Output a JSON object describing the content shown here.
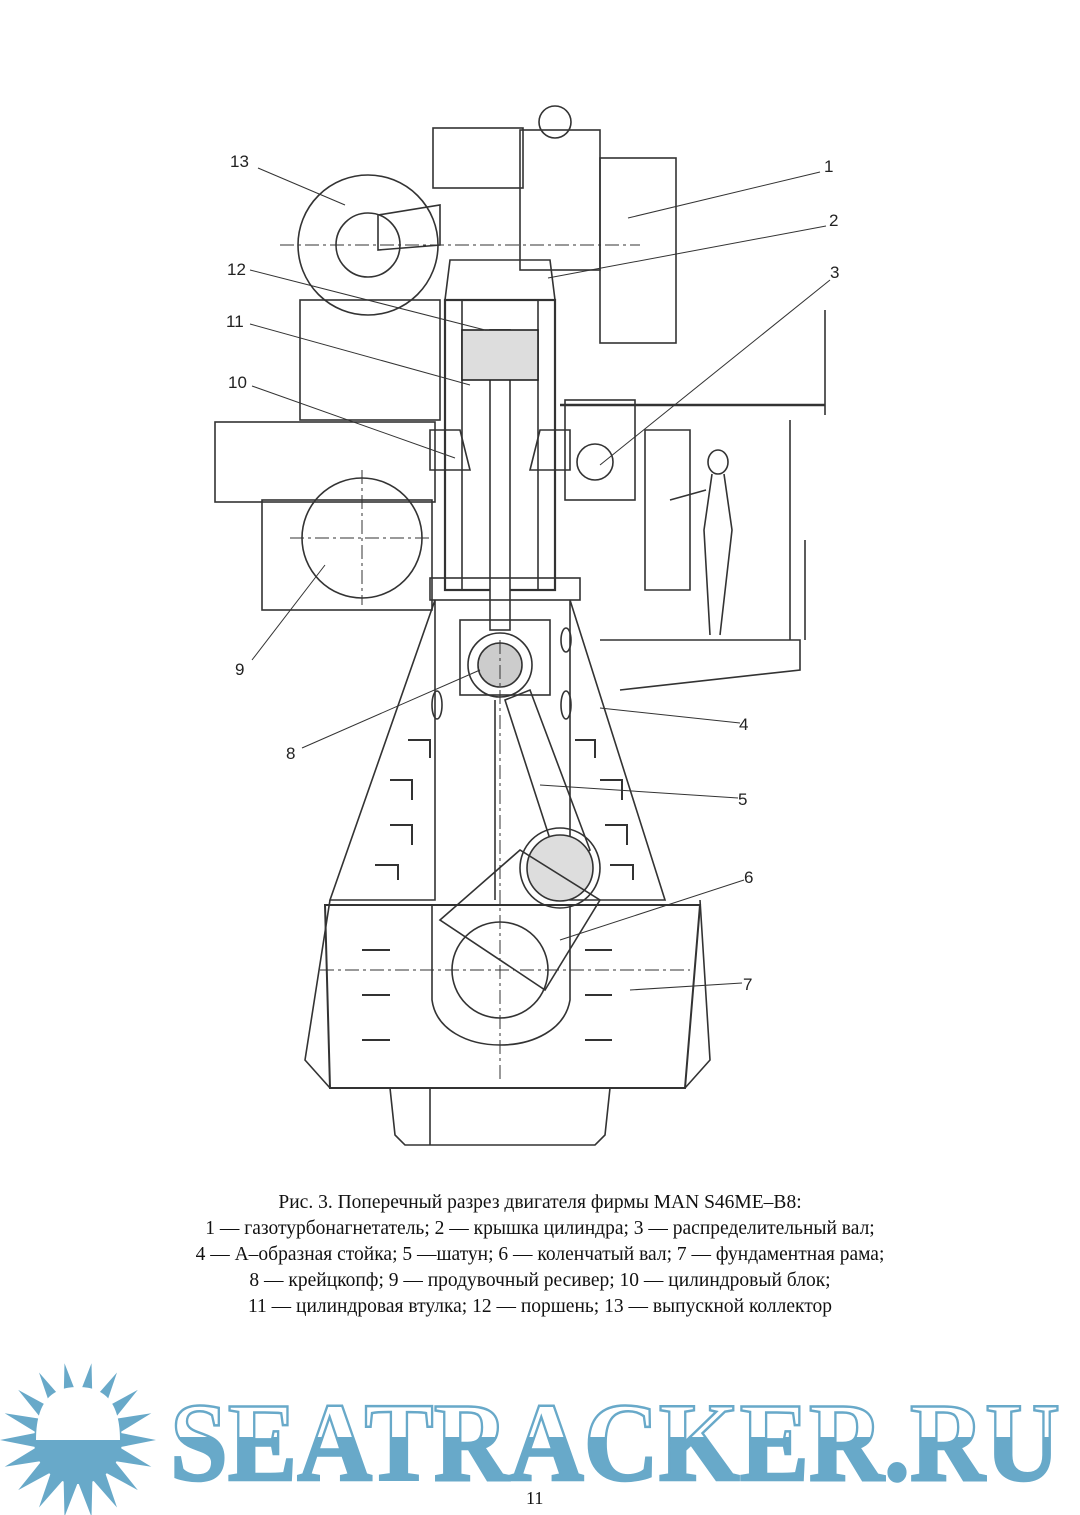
{
  "figure": {
    "labels": [
      "1",
      "2",
      "3",
      "4",
      "5",
      "6",
      "7",
      "8",
      "9",
      "10",
      "11",
      "12",
      "13"
    ],
    "caption": {
      "title": "Рис. 3. Поперечный разрез двигателя фирмы MAN S46ME–B8:",
      "lines": [
        "1 — газотурбонагнетатель; 2 — крышка цилиндра; 3 — распределительный вал;",
        "4 — А–образная стойка; 5 —шатун; 6 — коленчатый вал; 7 — фундаментная рама;",
        "8 — крейцкопф; 9 — продувочный ресивер; 10 — цилиндровый блок;",
        "11 — цилиндровая втулка; 12 — поршень; 13 — выпускной коллектор"
      ]
    }
  },
  "page_number": "11",
  "watermark": {
    "text": "SEATRACKER.RU",
    "color": "#68a9c9"
  }
}
